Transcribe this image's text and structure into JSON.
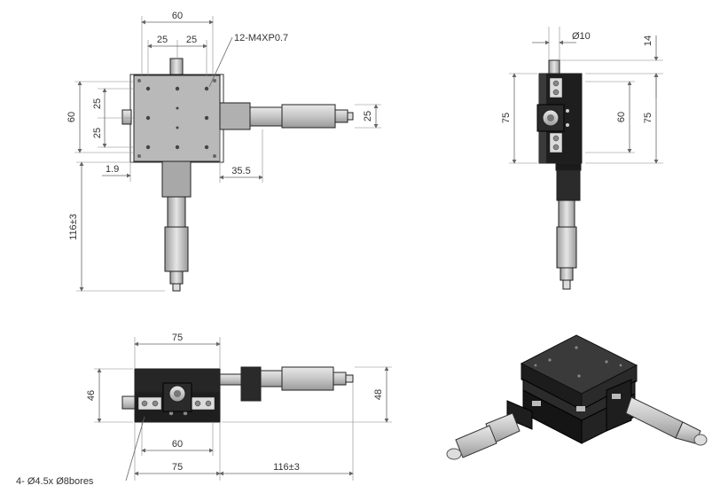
{
  "top_view": {
    "width_60": "60",
    "hole_pitch_a": "25",
    "hole_pitch_b": "25",
    "thread_label": "12-M4XP0.7",
    "height_60": "60",
    "left_25_a": "25",
    "left_25_b": "25",
    "right_25": "25",
    "offset_1_9": "1.9",
    "offset_35_5": "35.5",
    "travel_116": "116±3"
  },
  "side_view": {
    "dia_10": "Ø10",
    "dim_14": "14",
    "left_75": "75",
    "inner_60": "60",
    "right_75": "75"
  },
  "front_view": {
    "width_75": "75",
    "height_46": "46",
    "height_48": "48",
    "inner_60": "60",
    "bottom_75": "75",
    "travel_116": "116±3",
    "bores_label": "4- Ø4.5x Ø8bores"
  },
  "iso_view": {
    "description": ""
  }
}
